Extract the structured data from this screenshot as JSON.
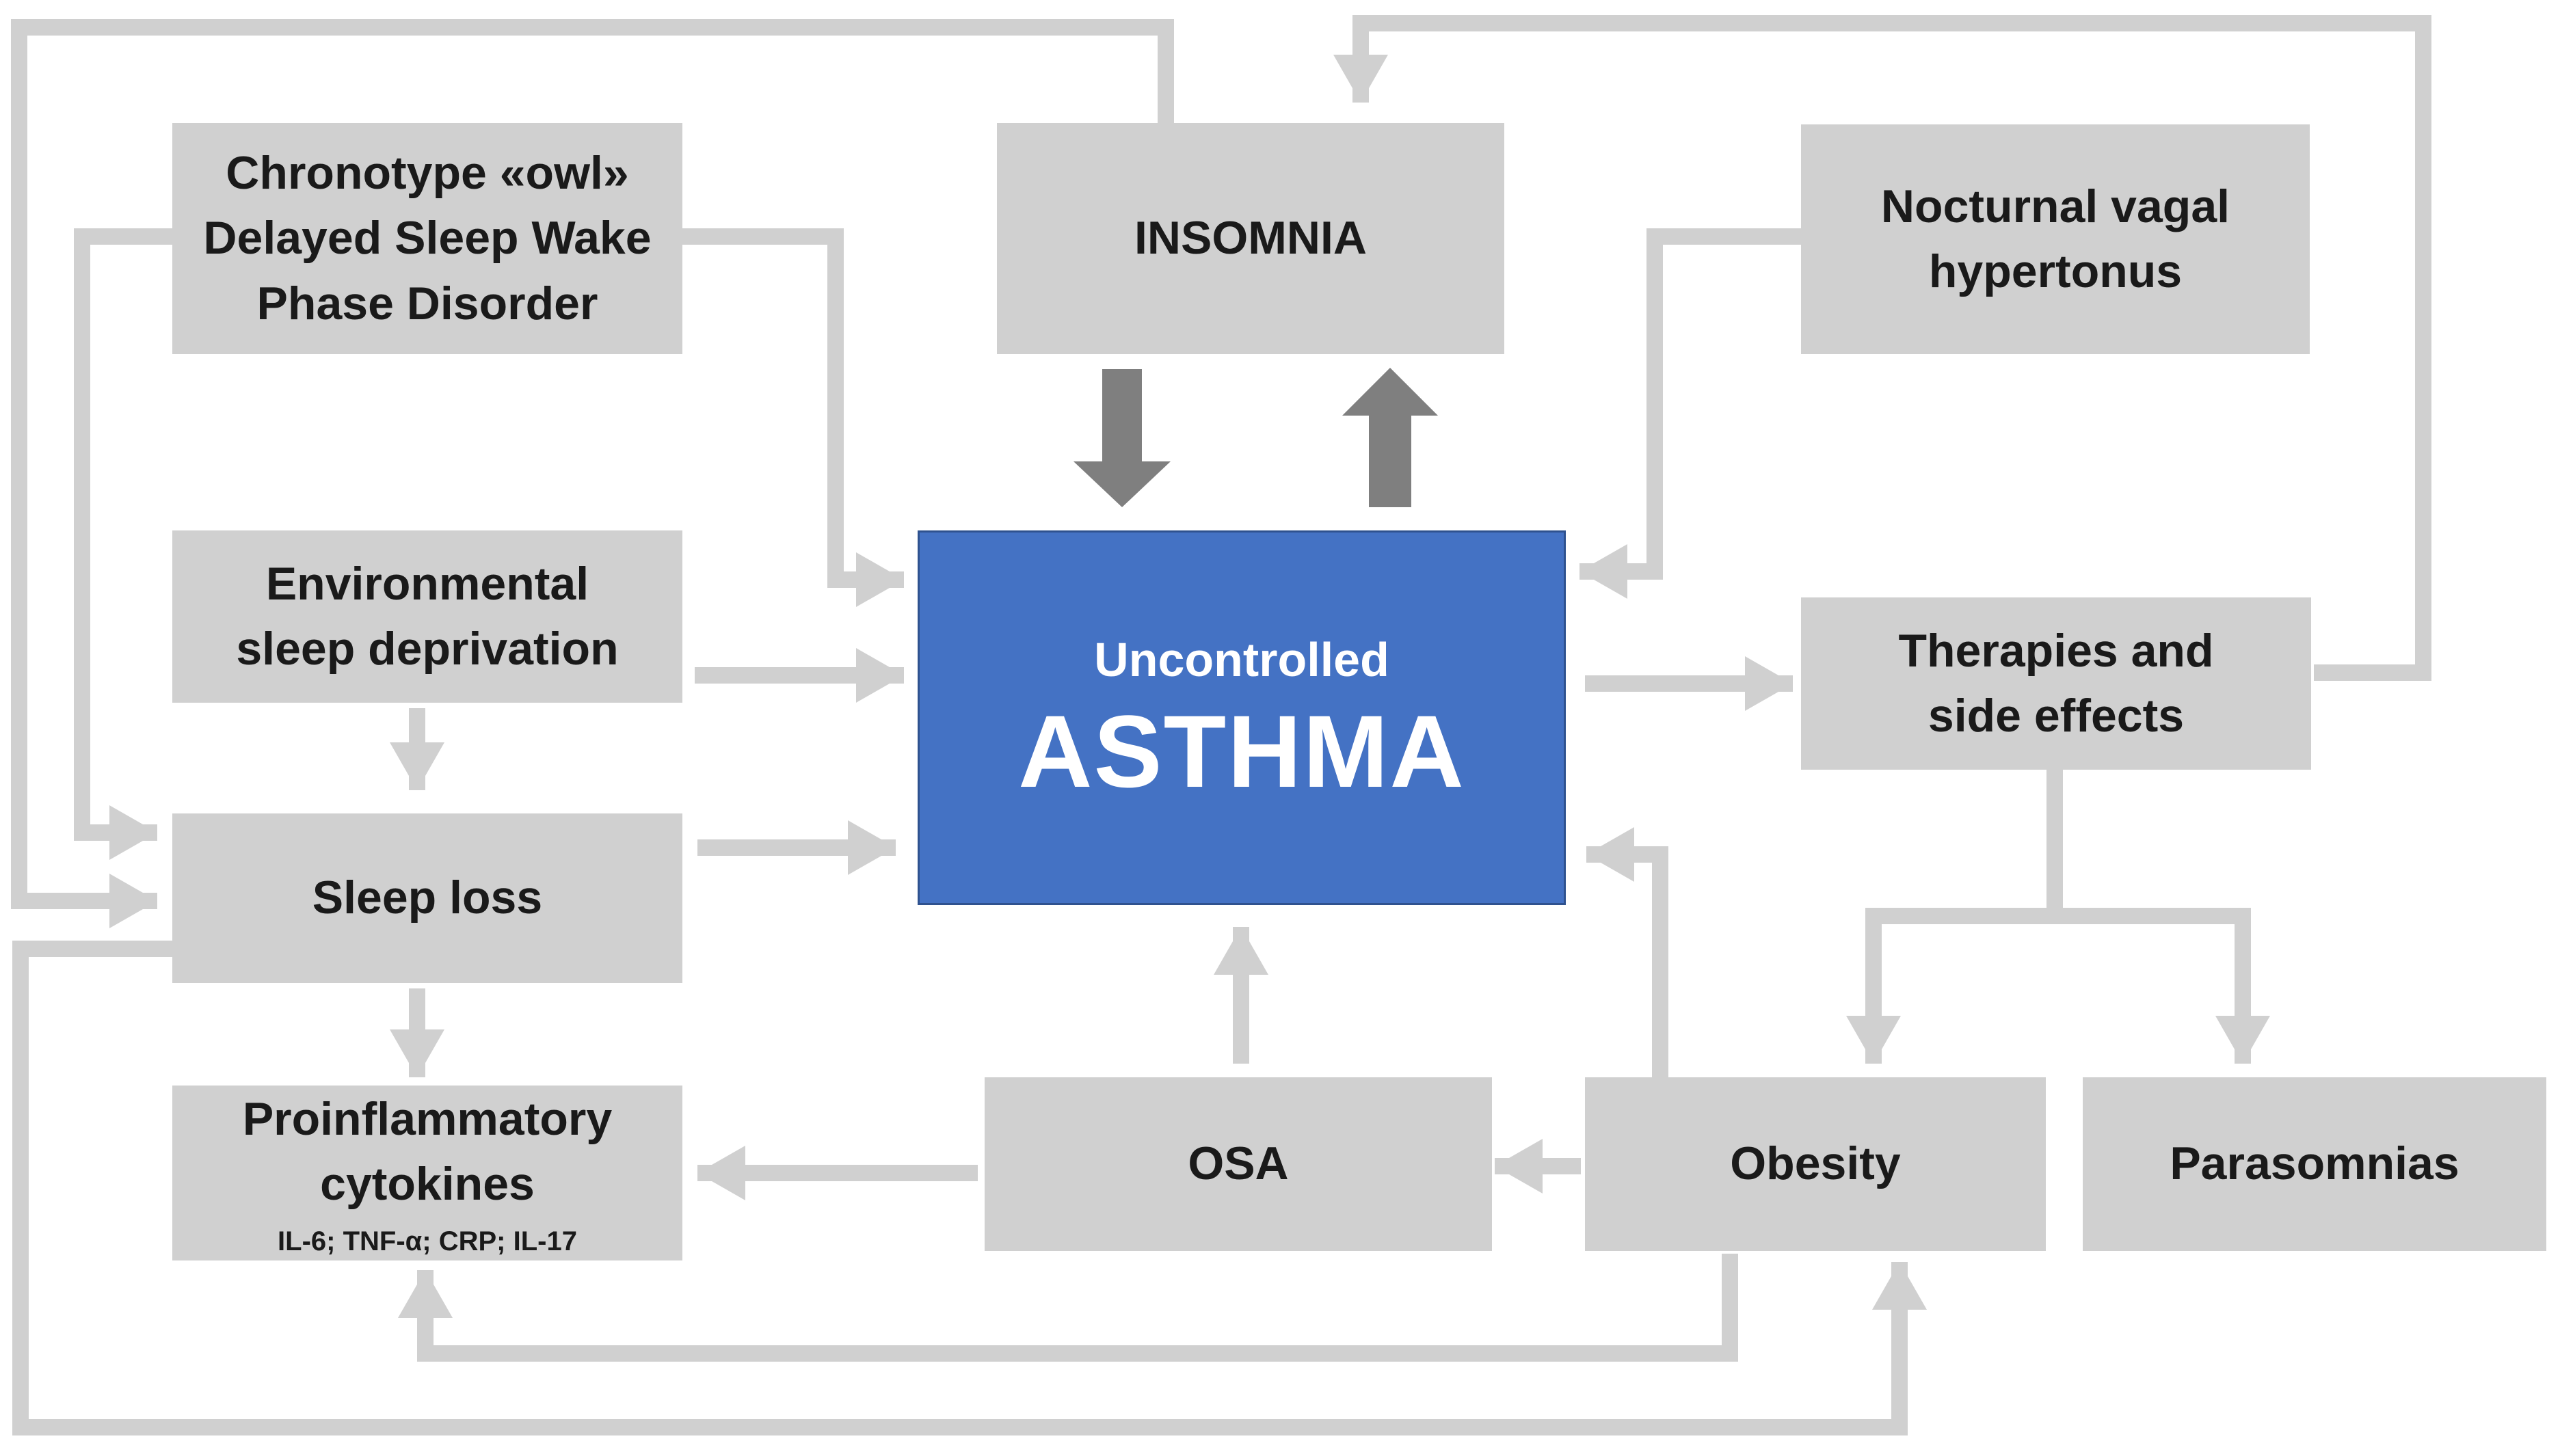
{
  "colors": {
    "box_fill": "#d0d0d0",
    "connector": "#d0d0d0",
    "dark_arrow": "#7f7f7f",
    "asthma_fill": "#4472c4",
    "asthma_text": "#ffffff"
  },
  "nodes": {
    "chronotype": {
      "line1": "Chronotype «owl»",
      "line2": "Delayed Sleep Wake",
      "line3": "Phase Disorder"
    },
    "insomnia": {
      "label": "INSOMNIA"
    },
    "vagal": {
      "line1": "Nocturnal vagal",
      "line2": "hypertonus"
    },
    "environmental": {
      "line1": "Environmental",
      "line2": "sleep deprivation"
    },
    "asthma": {
      "subtitle": "Uncontrolled",
      "title": "ASTHMA"
    },
    "therapies": {
      "line1": "Therapies and",
      "line2": "side effects"
    },
    "sleep_loss": {
      "label": "Sleep loss"
    },
    "cytokines": {
      "line1": "Proinflammatory",
      "line2": "cytokines",
      "detail": "IL-6; TNF-α; CRP; IL-17"
    },
    "osa": {
      "label": "OSA"
    },
    "obesity": {
      "label": "Obesity"
    },
    "parasomnias": {
      "label": "Parasomnias"
    }
  }
}
